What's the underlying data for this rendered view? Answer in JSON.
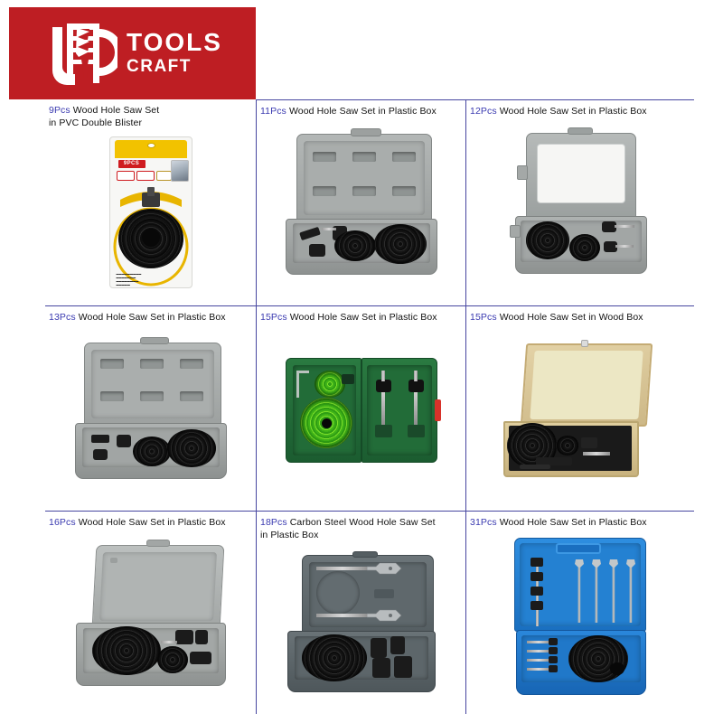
{
  "brand": {
    "name_line1": "TOOLS",
    "name_line2": "CRAFT",
    "logo_icon": "tools-craft-screw-logo-icon",
    "banner_color": "#be1e23",
    "text_color": "#ffffff"
  },
  "grid": {
    "line_color": "#4746a0",
    "columns": 3,
    "rows": 3
  },
  "caption_accent_color": "#3a3ab0",
  "products": [
    {
      "id": "p1",
      "qty": "9Pcs",
      "title": "Wood Hole Saw Set",
      "title_line2": "in PVC Double Blister",
      "packaging": "pvc-double-blister",
      "image_name": "product-photo-9pcs-pvc-blister",
      "badge": "9PCS",
      "card_color": "#f2c200",
      "saw_color": "#141414"
    },
    {
      "id": "p2",
      "qty": "11Pcs",
      "title": "Wood Hole Saw Set in Plastic Box",
      "title_line2": "",
      "packaging": "grey-plastic-box",
      "image_name": "product-photo-11pcs-grey-plastic-box",
      "case_color": "#9a9d9c",
      "saw_color": "#141414"
    },
    {
      "id": "p3",
      "qty": "12Pcs",
      "title": "Wood Hole Saw Set in Plastic Box",
      "title_line2": "",
      "packaging": "grey-plastic-box-label-lid",
      "image_name": "product-photo-12pcs-grey-plastic-box",
      "case_color": "#9a9d9c",
      "saw_color": "#141414"
    },
    {
      "id": "p4",
      "qty": "13Pcs",
      "title": "Wood Hole Saw Set in Plastic Box",
      "title_line2": "",
      "packaging": "grey-plastic-box",
      "image_name": "product-photo-13pcs-grey-plastic-box",
      "case_color": "#9a9d9c",
      "saw_color": "#141414"
    },
    {
      "id": "p5",
      "qty": "15Pcs",
      "title": "Wood Hole Saw Set in Plastic Box",
      "title_line2": "",
      "packaging": "green-plastic-box",
      "image_name": "product-photo-15pcs-green-plastic-box",
      "case_color": "#1d6b37",
      "saw_color": "#6ed21f",
      "latch_color": "#d8322a"
    },
    {
      "id": "p6",
      "qty": "15Pcs",
      "title": "Wood Hole Saw Set in Wood Box",
      "title_line2": "",
      "packaging": "wood-box",
      "image_name": "product-photo-15pcs-wood-box",
      "case_color": "#d9c79a",
      "lining_color": "#e8e4bf",
      "saw_color": "#141414"
    },
    {
      "id": "p7",
      "qty": "16Pcs",
      "title": "Wood Hole Saw Set in Plastic Box",
      "title_line2": "",
      "packaging": "grey-plastic-box",
      "image_name": "product-photo-16pcs-grey-plastic-box",
      "case_color": "#9fa3a2",
      "saw_color": "#141414"
    },
    {
      "id": "p8",
      "qty": "18Pcs",
      "title": "Carbon Steel Wood Hole Saw Set",
      "title_line2": "in Plastic Box",
      "packaging": "dark-grey-plastic-box",
      "image_name": "product-photo-18pcs-dark-grey-plastic-box",
      "case_color": "#575f63",
      "saw_color": "#141414"
    },
    {
      "id": "p9",
      "qty": "31Pcs",
      "title": "Wood Hole Saw Set in Plastic Box",
      "title_line2": "",
      "packaging": "blue-plastic-box",
      "image_name": "product-photo-31pcs-blue-plastic-box",
      "case_color": "#1f7fd4",
      "saw_color": "#141414"
    }
  ]
}
